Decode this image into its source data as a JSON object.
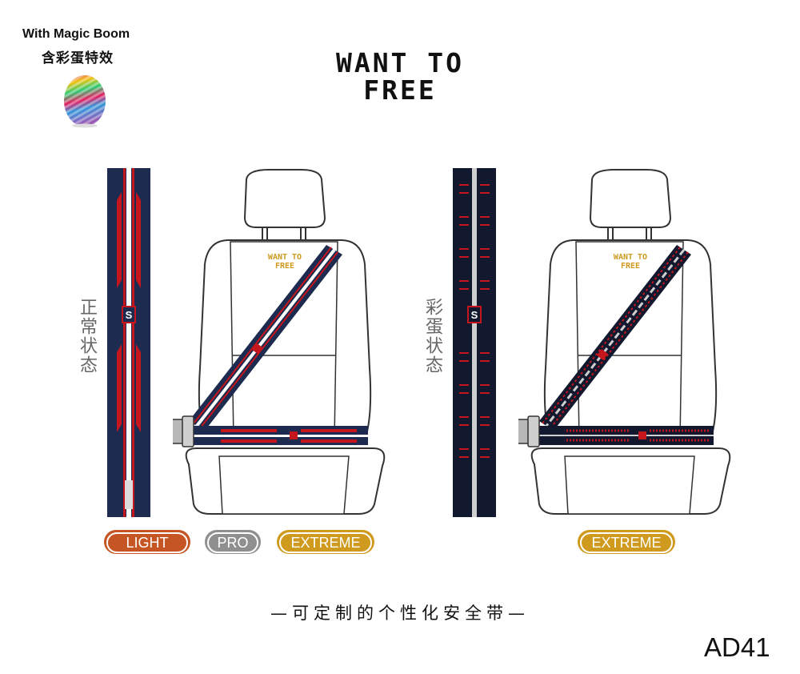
{
  "header": {
    "magic_en": "With Magic Boom",
    "magic_zh": "含彩蛋特效",
    "title_line1": "WANT TO",
    "title_line2": "FREE"
  },
  "labels": {
    "normal_state": "正常状态",
    "egg_state": "彩蛋状态"
  },
  "seat_logo": {
    "line1": "WANT TO",
    "line2": "FREE"
  },
  "belt_logo_letter": "S",
  "badges": {
    "light": "LIGHT",
    "pro": "PRO",
    "extreme": "EXTREME",
    "extreme_egg": "EXTREME"
  },
  "caption": "—可定制的个性化安全带—",
  "product_code": "AD41",
  "colors": {
    "navy": "#1c2b4f",
    "red": "#c4161c",
    "light_orange": "#c65524",
    "pro_gray": "#8f8f8f",
    "extreme_gold": "#cf9a1e"
  }
}
